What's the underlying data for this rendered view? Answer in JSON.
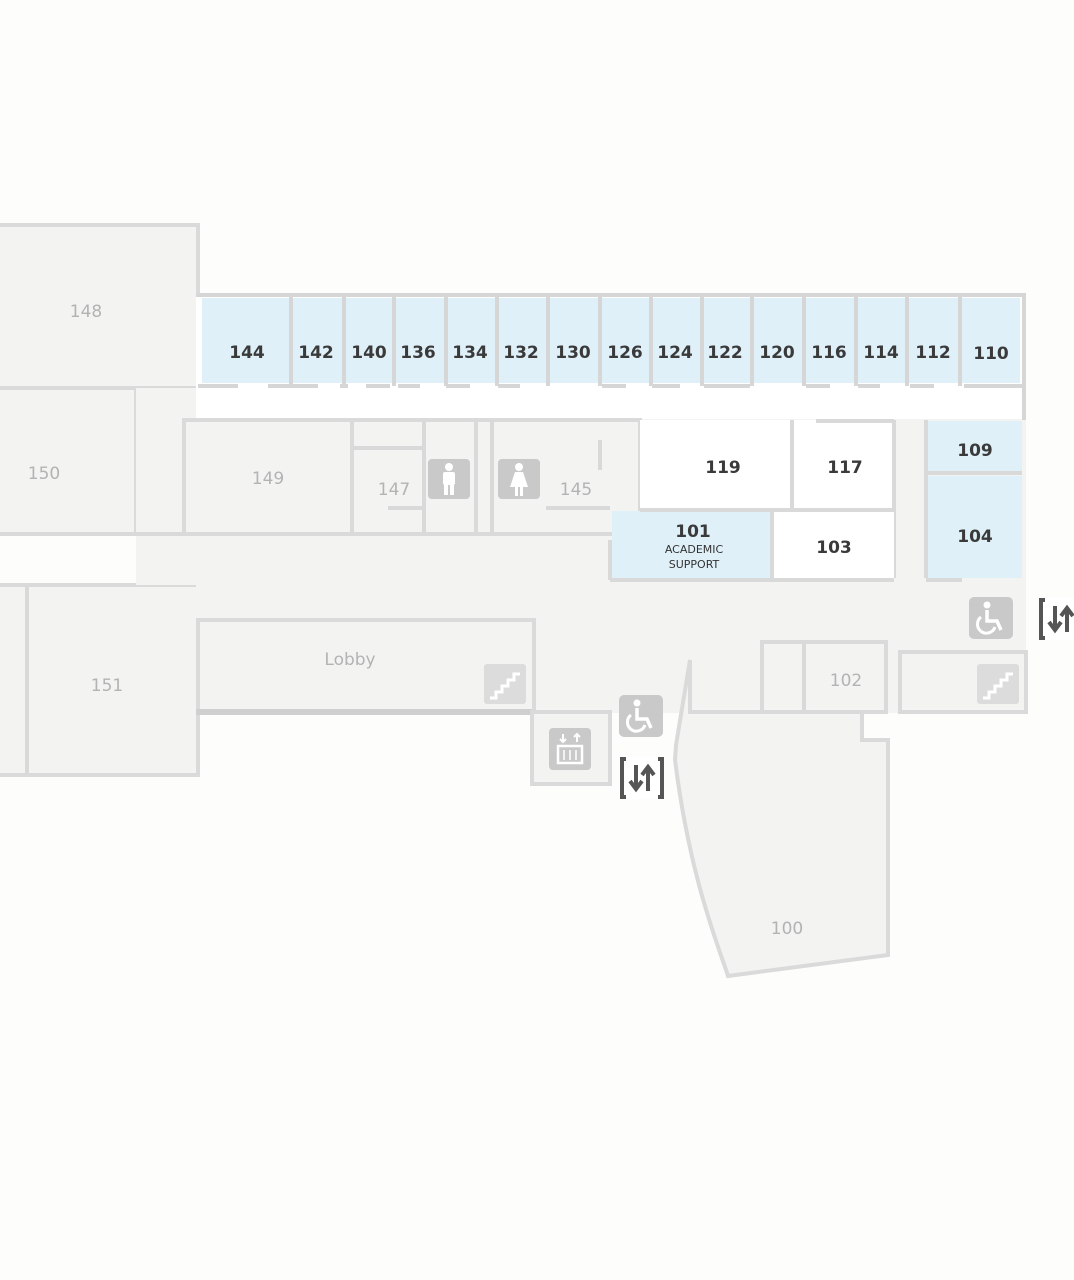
{
  "colors": {
    "background": "#fdfdfc",
    "active_room": "#dff0f9",
    "inactive_room": "#f3f3f2",
    "wall": "#d9d9d9",
    "active_label": "#3a3a3a",
    "inactive_label": "#b3b3b3"
  },
  "rooms_top_row": [
    "144",
    "142",
    "140",
    "136",
    "134",
    "132",
    "130",
    "126",
    "124",
    "122",
    "120",
    "116",
    "114",
    "112",
    "110"
  ],
  "rooms": {
    "r148": "148",
    "r150": "150",
    "r149": "149",
    "r147": "147",
    "r145": "145",
    "r119": "119",
    "r117": "117",
    "r109": "109",
    "r101": "101",
    "r101_line1": "ACADEMIC",
    "r101_line2": "SUPPORT",
    "r103": "103",
    "r104": "104",
    "r151": "151",
    "lobby": "Lobby",
    "r102": "102",
    "r100": "100"
  },
  "icons": {
    "mens_restroom": "mens-restroom-icon",
    "womens_restroom": "womens-restroom-icon",
    "accessible_1": "wheelchair-icon",
    "accessible_2": "wheelchair-icon",
    "stairs_1": "stairs-icon",
    "stairs_2": "stairs-icon",
    "elevator": "elevator-icon",
    "floor_switch_1": "floor-change-icon",
    "floor_switch_2": "floor-change-icon"
  }
}
